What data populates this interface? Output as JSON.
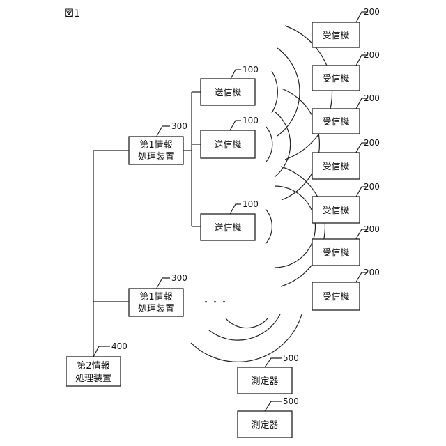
{
  "figure_title": "図1",
  "transmitters": {
    "label": "送信機",
    "ref": "100"
  },
  "receivers": {
    "label": "受信機",
    "ref": "200"
  },
  "first_processors": {
    "label_line1": "第1情報",
    "label_line2": "処理装置",
    "ref": "300"
  },
  "second_processor": {
    "label_line1": "第2情報",
    "label_line2": "処理装置",
    "ref": "400"
  },
  "measuring_devices": {
    "label": "測定器",
    "ref": "500"
  },
  "ellipsis": "・・・"
}
